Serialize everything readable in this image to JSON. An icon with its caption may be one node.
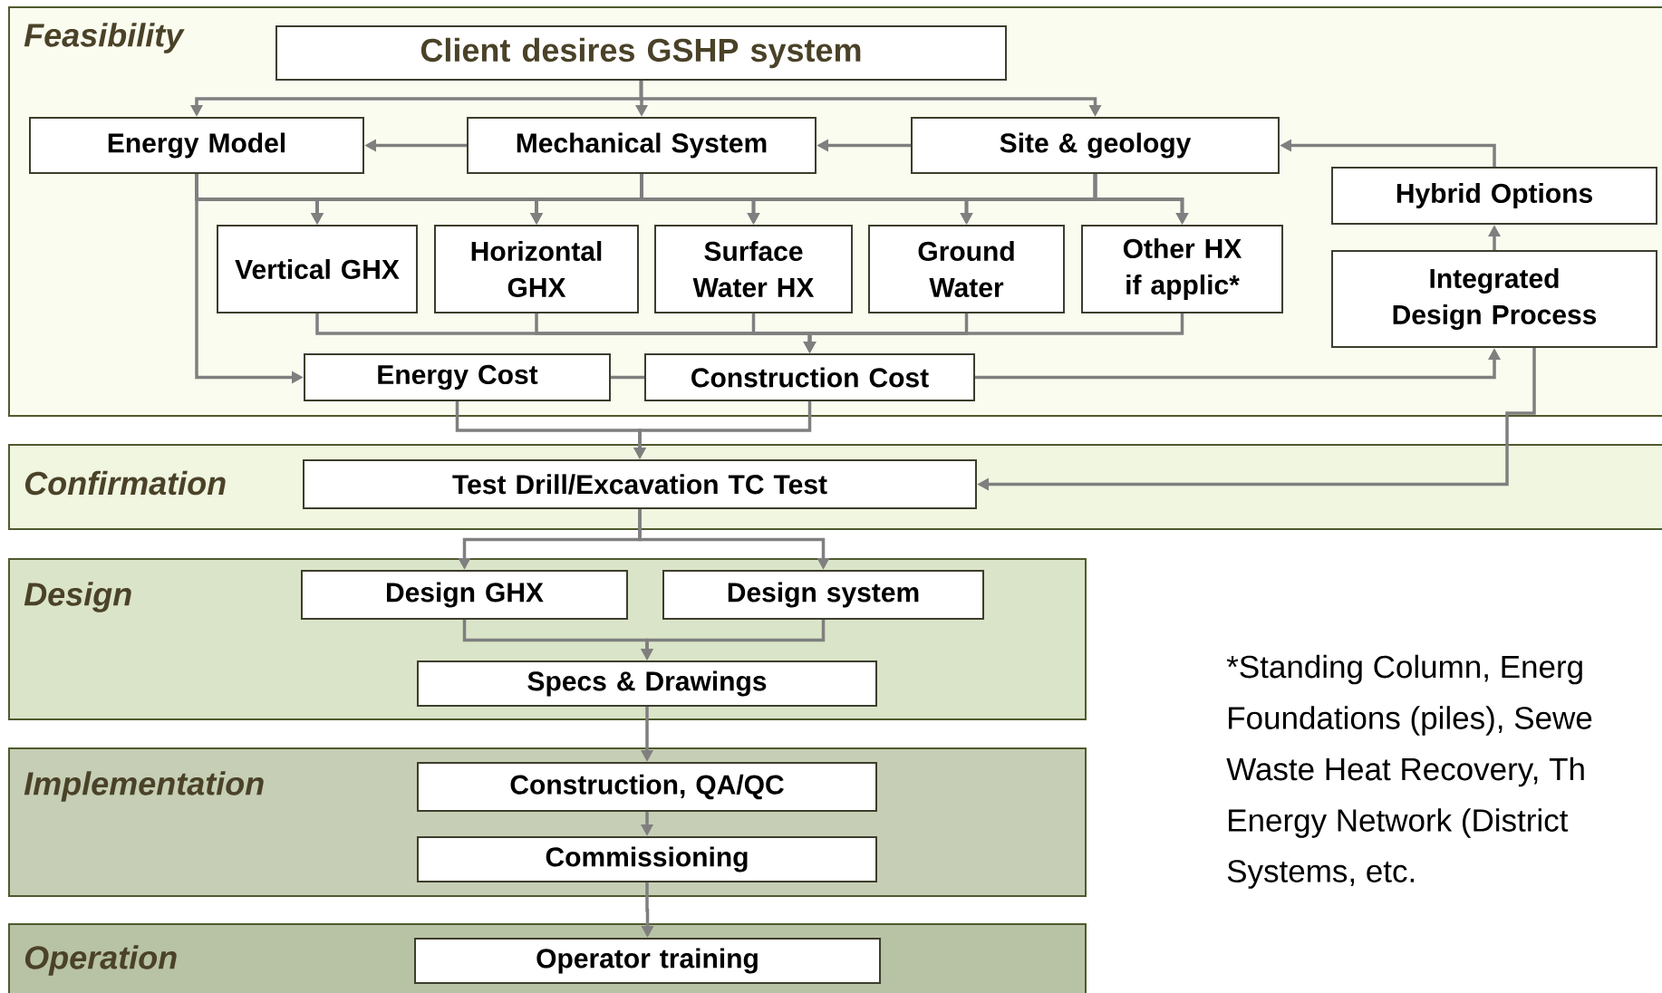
{
  "diagram": {
    "nodes": [
      {
        "text": [
          "Feasibility"
        ]
      },
      {
        "text": [
          "Client desires GSHP system"
        ],
        "in": 0
      },
      {
        "text": [
          "Energy Model"
        ],
        "in": 0
      },
      {
        "text": [
          "Mechanical System"
        ],
        "in": 0
      },
      {
        "text": [
          "Site & geology"
        ],
        "in": 0
      },
      {
        "text": [
          "Hybrid Options"
        ],
        "in": 0
      },
      {
        "text": [
          "Vertical GHX"
        ],
        "in": 0
      },
      {
        "text": [
          "Horizontal GHX"
        ],
        "in": 0
      },
      {
        "text": [
          "Surface Water HX"
        ],
        "in": 0
      },
      {
        "text": [
          "Ground Water"
        ],
        "in": 0
      },
      {
        "text": [
          "Other HX if applic*"
        ],
        "in": 0
      },
      {
        "text": [
          "Integrated Design Process"
        ],
        "in": 0
      },
      {
        "text": [
          "Energy Cost"
        ],
        "in": 0
      },
      {
        "text": [
          "Construction Cost"
        ],
        "in": 0
      },
      {
        "text": [
          "Confirmation"
        ]
      },
      {
        "text": [
          "Test Drill/Excavation TC Test"
        ],
        "in": 14
      },
      {
        "text": [
          "Design"
        ]
      },
      {
        "text": [
          "Design GHX"
        ],
        "in": 16
      },
      {
        "text": [
          "Design system"
        ],
        "in": 16
      },
      {
        "text": [
          "Specs & Drawings"
        ],
        "in": 16
      },
      {
        "text": [
          "Implementation"
        ]
      },
      {
        "text": [
          "Construction, QA/QC"
        ],
        "in": 20
      },
      {
        "text": [
          "Commissioning"
        ],
        "in": 20
      },
      {
        "text": [
          "Operation"
        ]
      },
      {
        "text": [
          "Operator training"
        ],
        "in": 23
      }
    ],
    "edges": [
      {
        "from": 1,
        "to": 2,
        "arrow": "to"
      },
      {
        "from": 1,
        "to": 3,
        "arrow": "to"
      },
      {
        "from": 1,
        "to": 4,
        "arrow": "to"
      },
      {
        "from": 3,
        "to": 2,
        "arrow": "to"
      },
      {
        "from": 4,
        "to": 3,
        "arrow": "to"
      },
      {
        "from": 5,
        "to": 4,
        "arrow": "to"
      },
      {
        "from": 11,
        "to": 5,
        "arrow": "to"
      },
      {
        "from": 2,
        "to": 6,
        "arrow": "to"
      },
      {
        "from": 2,
        "to": 7,
        "arrow": "to"
      },
      {
        "from": 2,
        "to": 8,
        "arrow": "to"
      },
      {
        "from": 2,
        "to": 9,
        "arrow": "to"
      },
      {
        "from": 2,
        "to": 10,
        "arrow": "to"
      },
      {
        "from": 3,
        "to": 6,
        "arrow": "to"
      },
      {
        "from": 3,
        "to": 7,
        "arrow": "to"
      },
      {
        "from": 3,
        "to": 8,
        "arrow": "to"
      },
      {
        "from": 3,
        "to": 9,
        "arrow": "to"
      },
      {
        "from": 3,
        "to": 10,
        "arrow": "to"
      },
      {
        "from": 4,
        "to": 6,
        "arrow": "to"
      },
      {
        "from": 4,
        "to": 7,
        "arrow": "to"
      },
      {
        "from": 4,
        "to": 8,
        "arrow": "to"
      },
      {
        "from": 4,
        "to": 9,
        "arrow": "to"
      },
      {
        "from": 4,
        "to": 10,
        "arrow": "to"
      },
      {
        "from": 2,
        "to": 12,
        "arrow": "to"
      },
      {
        "from": 6,
        "to": 13,
        "arrow": "to"
      },
      {
        "from": 7,
        "to": 13,
        "arrow": "to"
      },
      {
        "from": 8,
        "to": 13,
        "arrow": "to"
      },
      {
        "from": 9,
        "to": 13,
        "arrow": "to"
      },
      {
        "from": 10,
        "to": 13,
        "arrow": "to"
      },
      {
        "from": 12,
        "to": 13,
        "arrow": "none"
      },
      {
        "from": 13,
        "to": 11,
        "arrow": "to"
      },
      {
        "from": 12,
        "to": 15,
        "arrow": "to"
      },
      {
        "from": 13,
        "to": 15,
        "arrow": "to"
      },
      {
        "from": 11,
        "to": 15,
        "arrow": "to"
      },
      {
        "from": 15,
        "to": 17,
        "arrow": "to"
      },
      {
        "from": 15,
        "to": 18,
        "arrow": "to"
      },
      {
        "from": 17,
        "to": 19,
        "arrow": "to"
      },
      {
        "from": 18,
        "to": 19,
        "arrow": "to"
      },
      {
        "from": 19,
        "to": 21,
        "arrow": "to"
      },
      {
        "from": 21,
        "to": 22,
        "arrow": "to"
      },
      {
        "from": 22,
        "to": 24,
        "arrow": "to"
      }
    ],
    "labels": [
      "*Standing Column, Energ",
      "Foundations (piles), Sewe",
      "Waste Heat Recovery, Th",
      "Energy Network (District",
      "Systems, etc."
    ]
  }
}
